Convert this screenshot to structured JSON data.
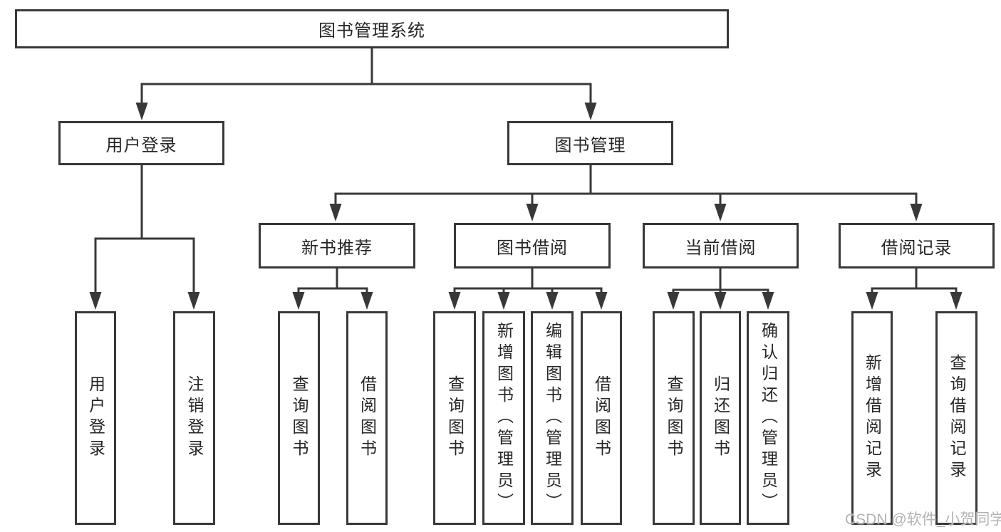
{
  "colors": {
    "line": "#383838",
    "border": "#383838",
    "text": "#262626",
    "background": "#ffffff",
    "watermark": "#b3b3b3"
  },
  "watermark": "CSDN @软件_小贺同学",
  "diagram": {
    "root": {
      "label": "图书管理系统"
    },
    "branches": [
      {
        "label": "用户登录",
        "children": [
          {
            "label": "用户登录"
          },
          {
            "label": "注销登录"
          }
        ]
      },
      {
        "label": "图书管理",
        "modules": [
          {
            "label": "新书推荐",
            "children": [
              {
                "label": "查询图书"
              },
              {
                "label": "借阅图书"
              }
            ]
          },
          {
            "label": "图书借阅",
            "children": [
              {
                "label": "查询图书"
              },
              {
                "label": "新增图书（管理员）"
              },
              {
                "label": "编辑图书（管理员）"
              },
              {
                "label": "借阅图书"
              }
            ]
          },
          {
            "label": "当前借阅",
            "children": [
              {
                "label": "查询图书"
              },
              {
                "label": "归还图书"
              },
              {
                "label": "确认归还（管理员）"
              }
            ]
          },
          {
            "label": "借阅记录",
            "children": [
              {
                "label": "新增借阅记录"
              },
              {
                "label": "查询借阅记录"
              }
            ]
          }
        ]
      }
    ]
  }
}
